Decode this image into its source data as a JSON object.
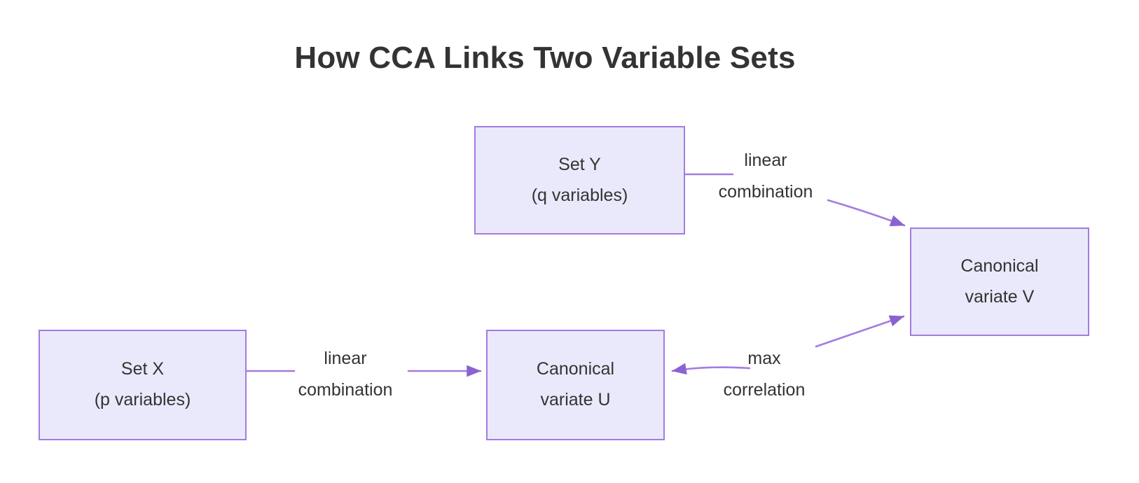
{
  "title": "How CCA Links Two Variable Sets",
  "colors": {
    "node_fill": "#eae9fb",
    "node_border": "#a47be0",
    "edge_stroke": "#a47be0",
    "text": "#333333",
    "background": "#ffffff"
  },
  "nodes": [
    {
      "id": "set-y",
      "line1": "Set Y",
      "line2": "(q variables)"
    },
    {
      "id": "set-x",
      "line1": "Set X",
      "line2": "(p variables)"
    },
    {
      "id": "variate-u",
      "line1": "Canonical",
      "line2": "variate U"
    },
    {
      "id": "variate-v",
      "line1": "Canonical",
      "line2": "variate V"
    }
  ],
  "edges": [
    {
      "id": "y-to-v",
      "from": "set-y",
      "to": "variate-v",
      "label_line1": "linear",
      "label_line2": "combination",
      "arrowheads": "end"
    },
    {
      "id": "x-to-u",
      "from": "set-x",
      "to": "variate-u",
      "label_line1": "linear",
      "label_line2": "combination",
      "arrowheads": "end"
    },
    {
      "id": "u-v-correlation",
      "from": "variate-u",
      "to": "variate-v",
      "label_line1": "max",
      "label_line2": "correlation",
      "arrowheads": "both"
    }
  ]
}
